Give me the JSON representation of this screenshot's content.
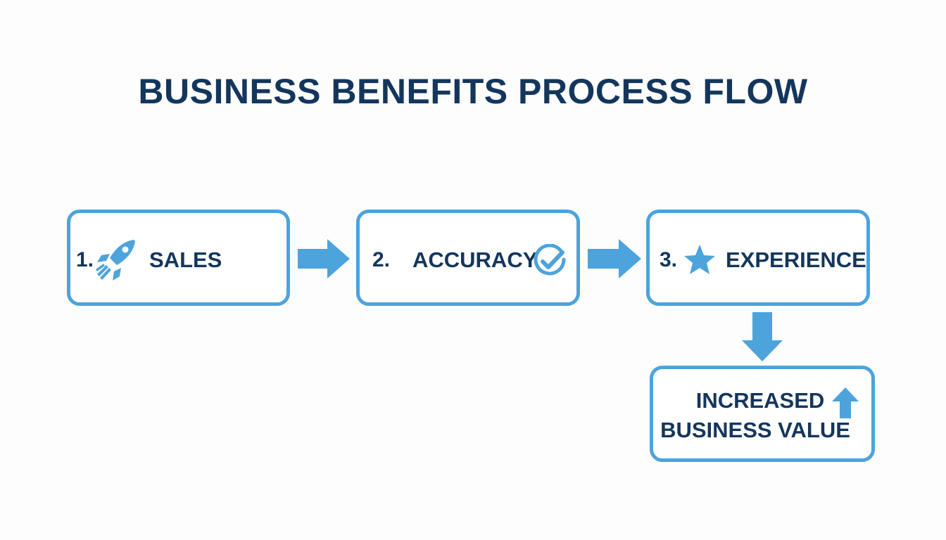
{
  "title": "BUSINESS BENEFITS PROCESS FLOW",
  "steps": [
    {
      "number": "1.",
      "label": "SALES",
      "icon": "rocket-icon"
    },
    {
      "number": "2.",
      "label": "ACCURACY",
      "icon": "check-circle-icon"
    },
    {
      "number": "3.",
      "label": "EXPERIENCE",
      "icon": "star-icon"
    }
  ],
  "result": {
    "line1": "INCREASED",
    "line2": "BUSINESS VALUE",
    "icon": "arrow-up-icon"
  },
  "colors": {
    "accent": "#4da3dc",
    "text": "#14365c",
    "background": "#fdfdfd"
  }
}
